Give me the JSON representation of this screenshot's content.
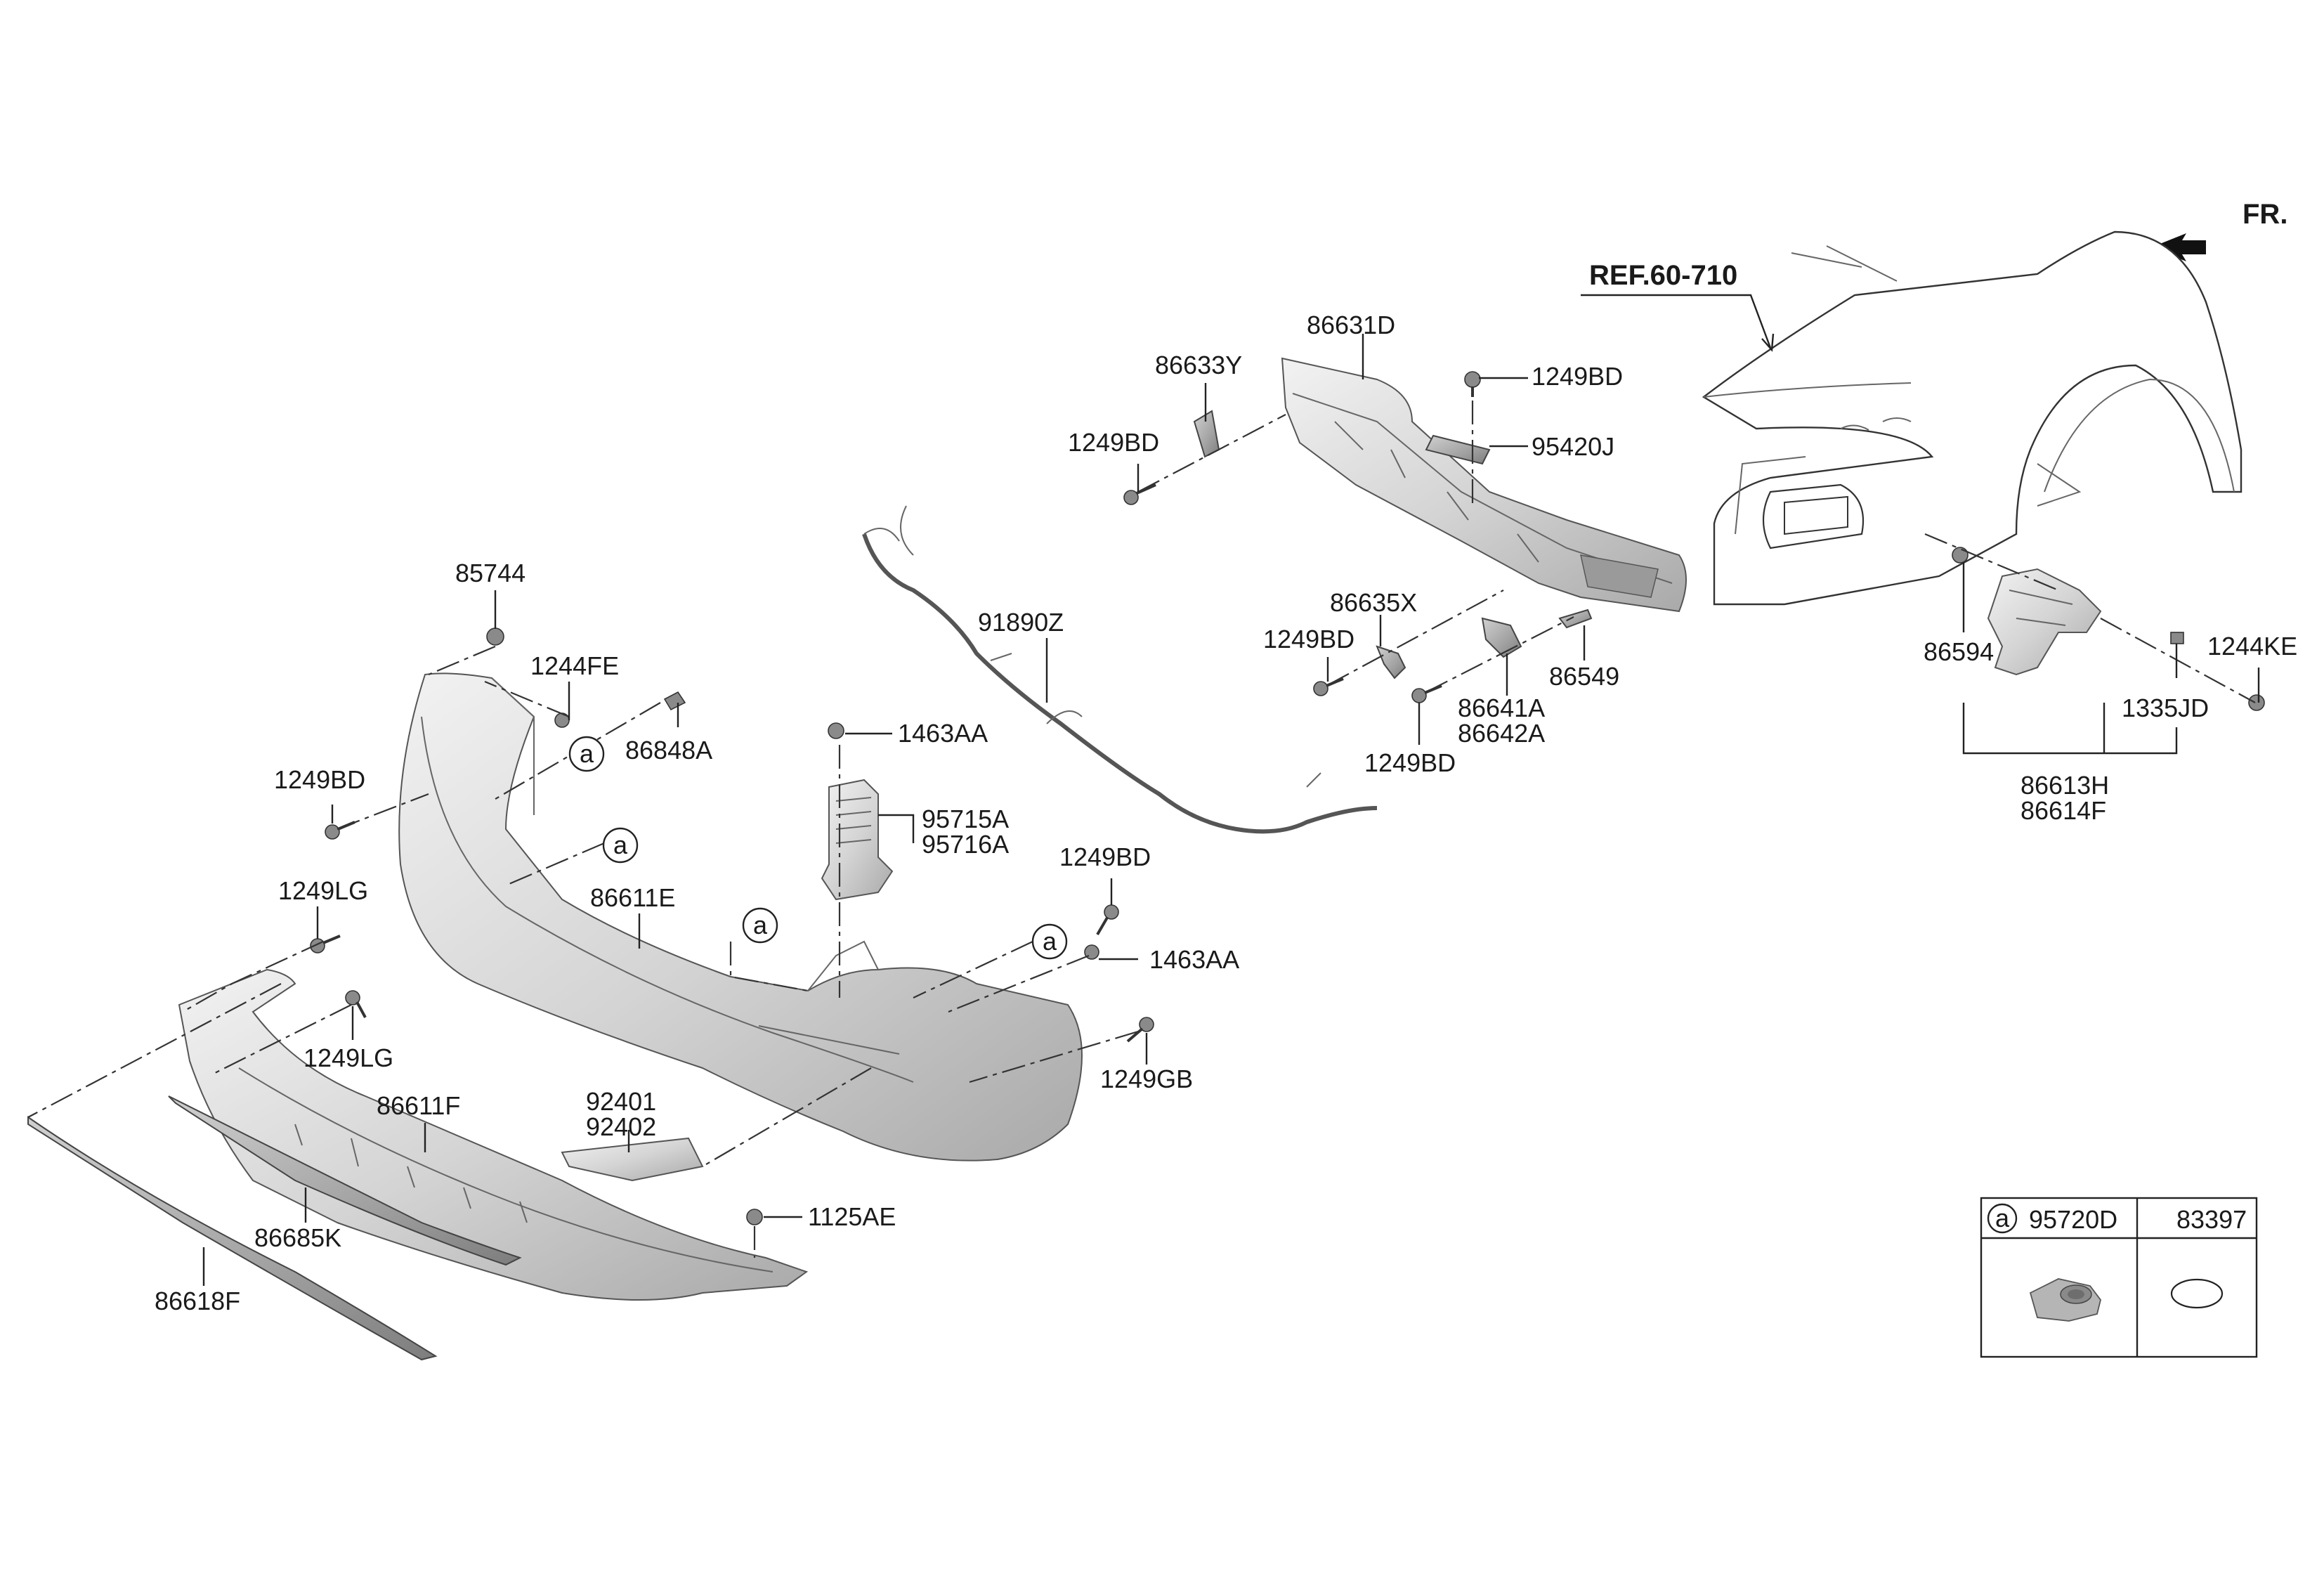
{
  "direction_marker": "FR.",
  "reference": "REF.60-710",
  "callouts": {
    "c_86631D": "86631D",
    "c_86633Y": "86633Y",
    "c_1249BD_top": "1249BD",
    "c_1249BD_tl": "1249BD",
    "c_95420J": "95420J",
    "c_86635X": "86635X",
    "c_1249BD_m1": "1249BD",
    "c_86549": "86549",
    "c_86641A": "86641A",
    "c_86642A": "86642A",
    "c_1249BD_m2": "1249BD",
    "c_91890Z": "91890Z",
    "c_85744": "85744",
    "c_1244FE": "1244FE",
    "c_86848A": "86848A",
    "c_1249BD_l": "1249BD",
    "c_1463AA_1": "1463AA",
    "c_95715A": "95715A",
    "c_95716A": "95716A",
    "c_1249LG_1": "1249LG",
    "c_86611E": "86611E",
    "c_1249BD_r": "1249BD",
    "c_1463AA_2": "1463AA",
    "c_1249LG_2": "1249LG",
    "c_1249GB": "1249GB",
    "c_86611F": "86611F",
    "c_92401": "92401",
    "c_92402": "92402",
    "c_86685K": "86685K",
    "c_1125AE": "1125AE",
    "c_86618F": "86618F",
    "c_86594": "86594",
    "c_1244KE": "1244KE",
    "c_1335JD": "1335JD",
    "c_86613H": "86613H",
    "c_86614F": "86614F"
  },
  "sensor_marker": "a",
  "legend_table": {
    "col1_marker": "a",
    "col1_part": "95720D",
    "col2_part": "83397"
  }
}
